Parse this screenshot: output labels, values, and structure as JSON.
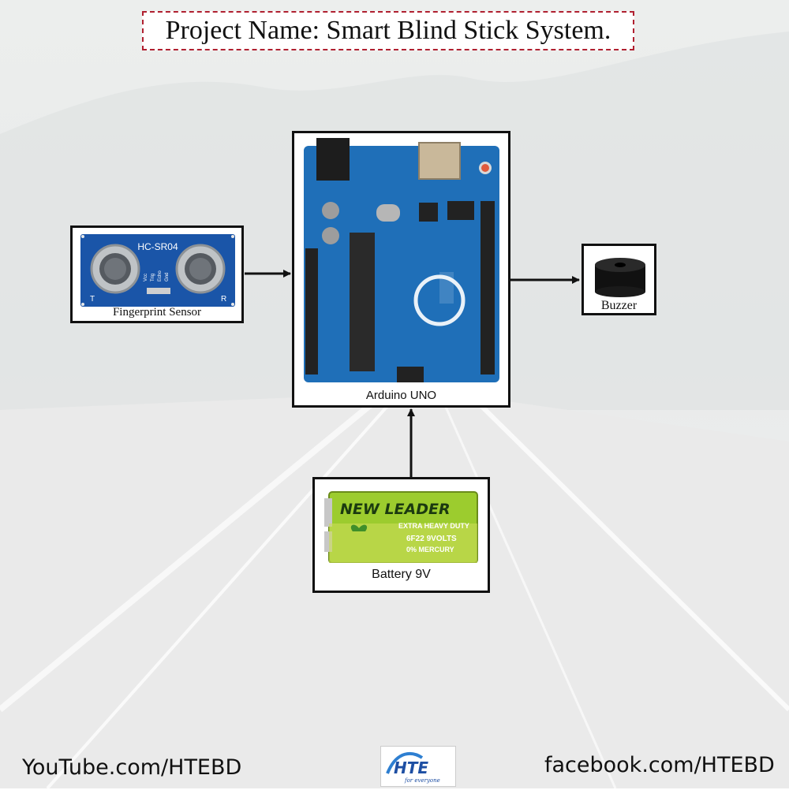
{
  "title": "Project Name: Smart Blind Stick System.",
  "nodes": {
    "sensor": {
      "label": "Fingerprint Sensor",
      "module_text": "HC-SR04",
      "pins": [
        "Vcc",
        "Trig",
        "Echo",
        "Gnd"
      ],
      "t": "T",
      "r": "R"
    },
    "arduino": {
      "label": "Arduino UNO"
    },
    "buzzer": {
      "label": "Buzzer"
    },
    "battery": {
      "label": "Battery 9V",
      "brand": "NEW LEADER",
      "line1": "EXTRA HEAVY DUTY",
      "line2": "6F22 9VOLTS",
      "line3": "0% MERCURY"
    }
  },
  "footer": {
    "youtube": "YouTube.com/HTEBD",
    "facebook": "facebook.com/HTEBD",
    "logo_text": "HTE",
    "logo_tagline": "for everyone"
  },
  "colors": {
    "arrow": "#111111",
    "title_border": "#b02030",
    "board_blue": "#1f6fb8",
    "battery_green": "#9ccc2e"
  }
}
